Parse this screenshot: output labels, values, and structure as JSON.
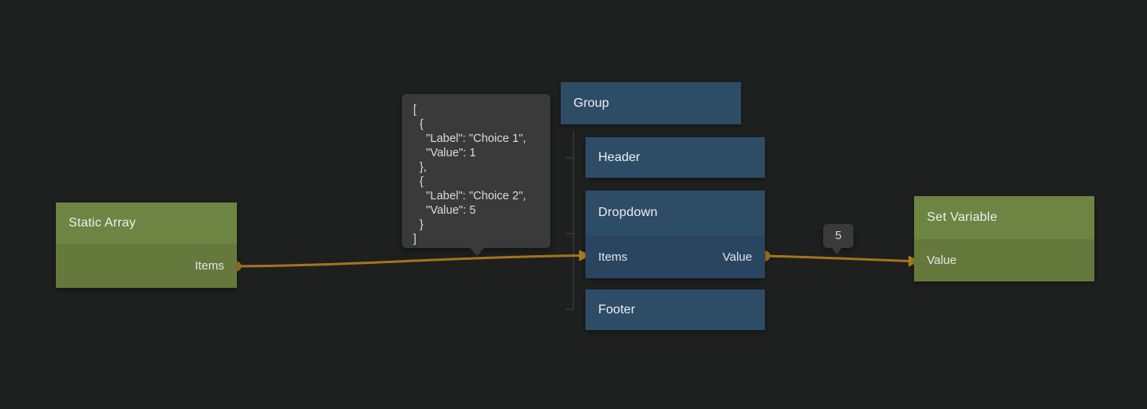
{
  "canvas": {
    "background_color": "#1e1f1f",
    "connector_color": "#454545"
  },
  "colors": {
    "green_node_header": "#6e8442",
    "green_node_body": "#66793c",
    "blue_node_header": "#2d4c66",
    "blue_node_body": "#294560",
    "wire": "#a3751c",
    "arrowhead": "#ab7c20",
    "port_dot": "#9e6e1e",
    "tooltip_background": "#3a3a3a"
  },
  "nodes": {
    "static_array": {
      "title": "Static Array",
      "outputs": [
        "Items"
      ]
    },
    "group": {
      "title": "Group"
    },
    "header": {
      "title": "Header"
    },
    "dropdown": {
      "title": "Dropdown",
      "inputs": [
        "Items"
      ],
      "outputs": [
        "Value"
      ]
    },
    "footer": {
      "title": "Footer"
    },
    "set_variable": {
      "title": "Set Variable",
      "inputs": [
        "Value"
      ]
    }
  },
  "tooltips": {
    "array_preview": {
      "text": "[\n  {\n    \"Label\": \"Choice 1\",\n    \"Value\": 1\n  },\n  {\n    \"Label\": \"Choice 2\",\n    \"Value\": 5\n  }\n]"
    },
    "value_preview": {
      "text": "5"
    }
  }
}
